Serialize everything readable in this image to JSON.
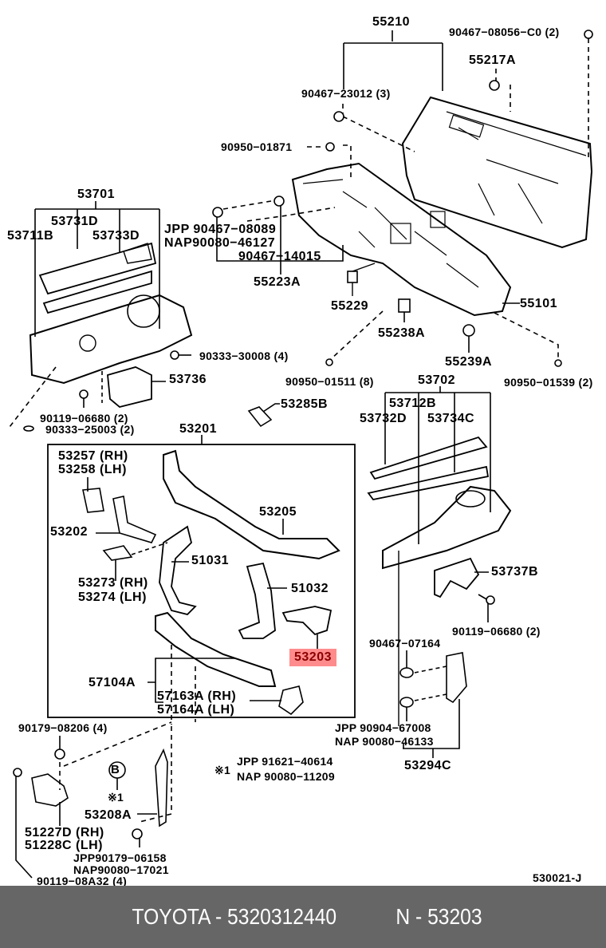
{
  "diagram": {
    "title_code": "530021-J",
    "highlight_color": "#ff8c8c",
    "highlight_text_color": "#8b0000",
    "labels": {
      "p55210": "55210",
      "p90467_08056": "90467−08056−C0 (2)",
      "p55217A": "55217A",
      "p90467_23012": "90467−23012 (3)",
      "p90950_01871": "90950−01871",
      "p53701": "53701",
      "p53731D": "53731D",
      "p53711B": "53711B",
      "p53733D": "53733D",
      "jpp_90467_08089": "JPP 90467−08089",
      "nap_90080_46127": "NAP90080−46127",
      "p90467_14015": "90467−14015",
      "p55223A": "55223A",
      "p55229": "55229",
      "p55101": "55101",
      "p55238A": "55238A",
      "p55239A": "55239A",
      "p90333_30008": "90333−30008 (4)",
      "p53736": "53736",
      "p90950_01511": "90950−01511 (8)",
      "p90950_01539": "90950−01539 (2)",
      "p53702": "53702",
      "p90119_06680_a": "90119−06680 (2)",
      "p90333_25003": "90333−25003 (2)",
      "p53285B": "53285B",
      "p53201": "53201",
      "p53712B": "53712B",
      "p53732D": "53732D",
      "p53734C": "53734C",
      "p53257": "53257 (RH)",
      "p53258": "53258 (LH)",
      "p53205": "53205",
      "p53202": "53202",
      "p51031": "51031",
      "p53273": "53273 (RH)",
      "p53274": "53274 (LH)",
      "p51032": "51032",
      "p53737B": "53737B",
      "p90119_06680_b": "90119−06680 (2)",
      "p90467_07164": "90467−07164",
      "p53203": "53203",
      "p57104A": "57104A",
      "p57163A": "57163A (RH)",
      "p57164A": "57164A (LH)",
      "jpp_90904_67008": "JPP 90904−67008",
      "nap_90080_46133": "NAP 90080−46133",
      "p53294C": "53294C",
      "p90179_08206": "90179−08206 (4)",
      "ref_b": "B",
      "note1_mark": "※1",
      "note1_jpp": "JPP  91621−40614",
      "note1_nap": "NAP  90080−11209",
      "star1": "※1",
      "p53208A": "53208A",
      "p51227D": "51227D (RH)",
      "p51228C": "51228C (LH)",
      "jpp_90179_06158": "JPP90179−06158",
      "nap_90080_17021": "NAP90080−17021",
      "p90119_08A32": "90119−08A32 (4)"
    }
  },
  "footer": {
    "brand_part": "TOYOTA - 5320312440",
    "ref_part": "N - 53203"
  }
}
